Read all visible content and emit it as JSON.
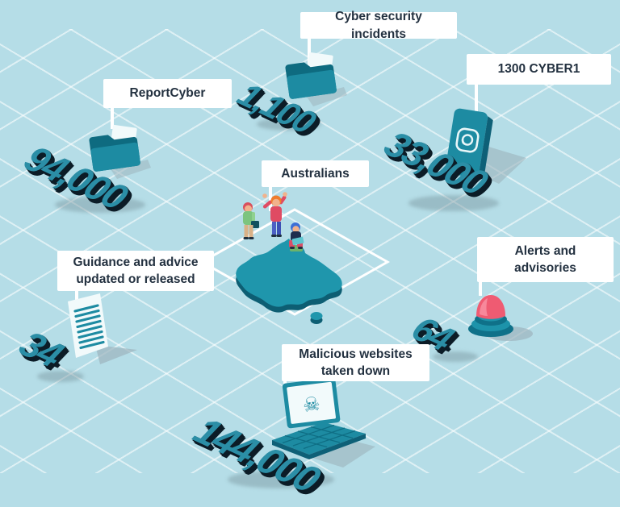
{
  "title": "Cyber security year in review infographic",
  "colors": {
    "background": "#b5dde7",
    "grid_line": "#dceff4",
    "number_teal": "#2b8ea6",
    "number_shadow": "#0c1c27",
    "label_text": "#233140",
    "label_bg": "#ffffff",
    "icon_teal": "#1d8ba2",
    "icon_teal_dark": "#0e6077",
    "beacon_pink": "#ef5b72",
    "map_teal": "#1f96ac"
  },
  "stats": [
    {
      "id": "report-cyber",
      "label_lines": [
        "ReportCyber"
      ],
      "value": "94,000",
      "icon": "folder-icon"
    },
    {
      "id": "cyber-security-incidents",
      "label_lines": [
        "Cyber security incidents"
      ],
      "value": "1,100",
      "icon": "folder-icon"
    },
    {
      "id": "hotline-1300-cyber1",
      "label_lines": [
        "1300 CYBER1"
      ],
      "value": "33,000",
      "icon": "phone-icon"
    },
    {
      "id": "australians",
      "label_lines": [
        "Australians"
      ],
      "value": "",
      "icon": "australia-map-people-icon"
    },
    {
      "id": "guidance-advice",
      "label_lines": [
        "Guidance and advice",
        "updated or released"
      ],
      "value": "34",
      "icon": "document-icon"
    },
    {
      "id": "alerts-advisories",
      "label_lines": [
        "Alerts and",
        "advisories"
      ],
      "value": "64",
      "icon": "alert-beacon-icon"
    },
    {
      "id": "malicious-websites",
      "label_lines": [
        "Malicious websites",
        "taken down"
      ],
      "value": "144,000",
      "icon": "laptop-skull-icon"
    }
  ],
  "chart_data": {
    "type": "table",
    "title": "",
    "center_label": "Australians",
    "categories": [
      "ReportCyber",
      "Cyber security incidents",
      "1300 CYBER1",
      "Guidance and advice updated or released",
      "Alerts and advisories",
      "Malicious websites taken down"
    ],
    "values": [
      94000,
      1100,
      33000,
      34,
      64,
      144000
    ],
    "legend_position": "none",
    "grid": "isometric-diamond"
  }
}
